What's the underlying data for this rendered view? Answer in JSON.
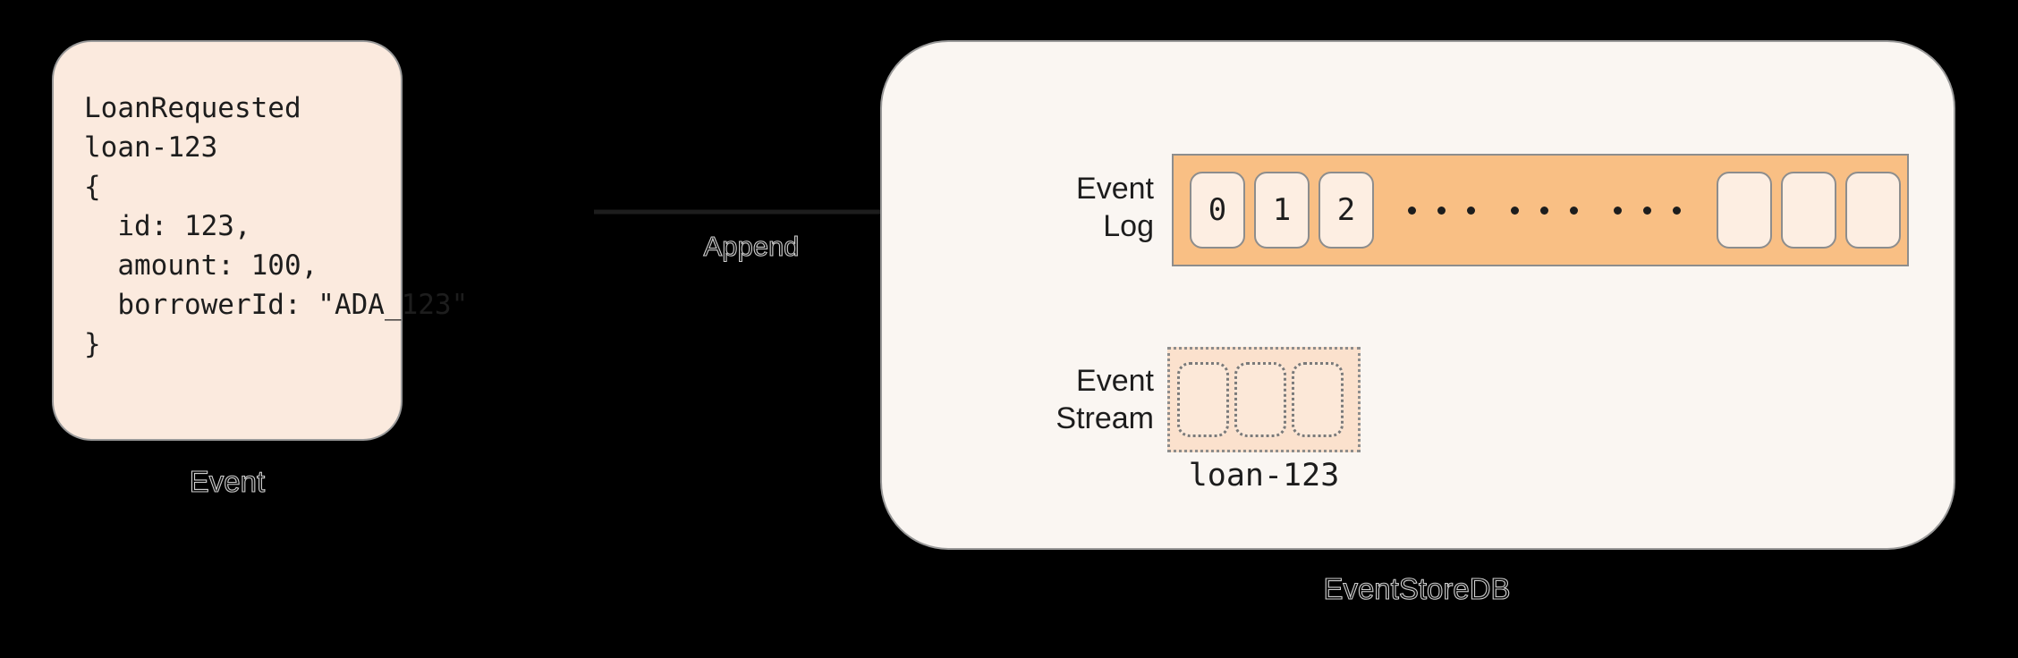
{
  "diagram": {
    "background_color": "#000000",
    "event_card": {
      "fill": "#fbeade",
      "border": "#999999",
      "code": "LoanRequested\nloan-123\n{\n  id: 123,\n  amount: 100,\n  borrowerId: \"ADA_123\"\n}",
      "caption": "Event"
    },
    "arrow": {
      "label": "Append",
      "color": "#1d1d1d"
    },
    "eventstore": {
      "caption": "EventStoreDB",
      "fill": "#faf6f2",
      "border": "#999999",
      "event_log": {
        "label": "Event\nLog",
        "bar_fill": "#f9bf84",
        "bar_border": "#8d8d8d",
        "cell_fill": "#fdeee2",
        "cells": [
          "0",
          "1",
          "2"
        ],
        "ellipsis_groups": 3,
        "ellipsis_dots_per_group": 3,
        "trailing_empty_cells": 3
      },
      "event_stream": {
        "label": "Event\nStream",
        "fill": "#fbe1cd",
        "border": "#8d8d8d",
        "cells": 3,
        "caption": "loan-123"
      }
    }
  }
}
